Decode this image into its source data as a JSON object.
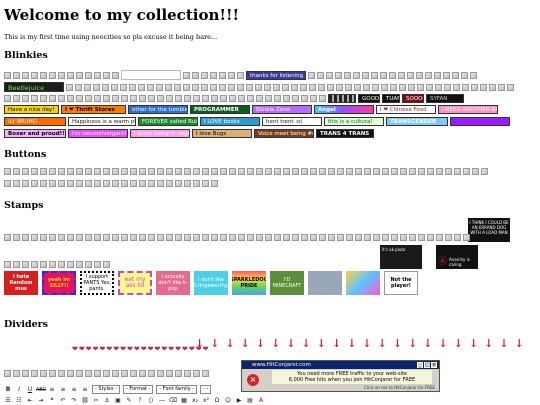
{
  "page": {
    "title": "Welcome to my collection!!!",
    "intro": "This is my first time using neocities so pls excuse it being bare..."
  },
  "sections": {
    "blinkies": "Blinkies",
    "buttons": "Buttons",
    "stamps": "Stamps",
    "dividers": "Dividers"
  },
  "blinkies": {
    "row1_labels": [
      "thanks for listening"
    ],
    "row2_labels": [
      "Beetlejuice"
    ],
    "row3_labels": [
      "GOOD",
      "TUAN",
      "SOOOO",
      "SYFAN"
    ],
    "row4_labels": [
      "Have a nice day!",
      "I ❤ Thrift Stores",
      "other for the tumbler bugs",
      "PROGRAMMER",
      "Blinkie Zone",
      "Angel",
      "I ❤ Chinese Food",
      "I NEED ANOTHER NAP"
    ],
    "row5_labels": [
      "ILY BRUNO",
      "Happiness is a warm puppy",
      "FOREVER salted Ruby Cube",
      "I LOVE books",
      "hent trent :o)",
      "this is a cultural",
      "TRANSGENDER",
      ""
    ],
    "row6_labels": [
      "Boxer and proud!!",
      "I'm neurodivergent!",
      "I loves being in vegetable",
      "I love Bugs",
      "Voice meet being #emotion",
      "TRANS 4 TRANS"
    ],
    "accent_colors": [
      "#e8177b",
      "#7a27e6",
      "#b56cff",
      "#f5d400",
      "#ff7a00",
      "#2e9bd6",
      "#0a7d2a",
      "#1a1a1a"
    ]
  },
  "stamps": {
    "top_labels": [
      "I THINK I COULD BE AN ERRAND DOG WITH A LOAD MAN"
    ],
    "mid_labels": [
      "it's ok pluto",
      "Anarchy is caring"
    ],
    "bottom_labels": [
      "I hate Random mus",
      "yeah im SILLY!!",
      "I support PANTS Yes, pants.",
      "eat my ass lol",
      "I actually don't like k-pop",
      "I don't like Cringeworthy",
      "SPARKLEDOG PRIDE",
      "I'D MINECRAFT",
      "",
      "",
      "Not the player!"
    ]
  },
  "popup": {
    "title": "www.HitConjaror.com",
    "line1": "You need more FREE traffic to your web-site",
    "line2": "6,000 Free hits when you join HitConjaror for FREE",
    "ad_text": "Click on me to HitConjaror for FREE"
  },
  "editor": {
    "styles_label": "- Styles -",
    "format_label": "- Format -",
    "font_label": "- Font family -",
    "size_label": "- -"
  },
  "colors": {
    "divider_heart": "#c5233a",
    "divider_arrow": "#d71a1a",
    "popup_title_bg": "#0a246a",
    "popup_error": "#d9212a"
  }
}
